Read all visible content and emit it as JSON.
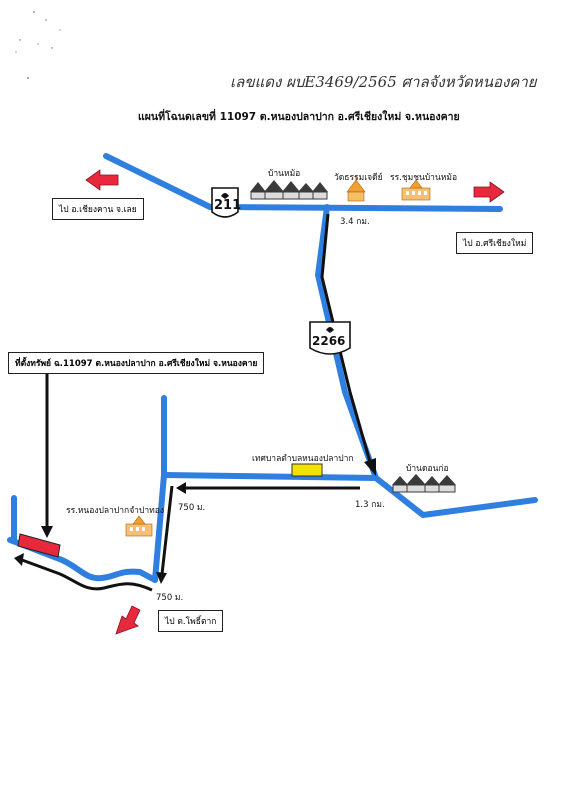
{
  "header": {
    "handwritten_note": "เลขแดง ผบE3469/2565 ศาลจังหวัดหนองคาย",
    "title": "แผนที่โฉนดเลขที่ 11097 ต.หนองปลาปาก อ.ศรีเชียงใหม่ จ.หนองคาย"
  },
  "roads": {
    "highway_211": "211",
    "highway_2266": "2266"
  },
  "directions": {
    "to_chiang_khan": "ไป อ.เชียงคาน จ.เลย",
    "to_si_chiang_mai": "ไป อ.ศรีเชียงใหม่",
    "to_pho_tak": "ไป ต.โพธิ์ตาก"
  },
  "places": {
    "ban_mo": "บ้านหม้อ",
    "wat_thammachedi": "วัดธรรมเจดีย์",
    "school_ban_mo": "รร.ชุมชนบ้านหม้อ",
    "ban_don_ko": "บ้านดอนก่อ",
    "municipality": "เทศบาลตำบลหนองปลาปาก",
    "school_nong_pla_pak": "รร.หนองปลาปากจำปาทอง"
  },
  "distances": {
    "d1": "3.4 กม.",
    "d2": "1.3 กม.",
    "d3": "750 ม.",
    "d4": "750 ม."
  },
  "property": {
    "label": "ที่ตั้งทรัพย์ ฉ.11097 ต.หนองปลาปาก อ.ศรีเชียงใหม่ จ.หนองคาย"
  },
  "colors": {
    "road": "#2f7fe0",
    "arrow_red": "#e8283c",
    "property": "#e8283c",
    "municipality": "#f2e200",
    "houses": "#3a3a3a",
    "temple": "#f0a030"
  }
}
